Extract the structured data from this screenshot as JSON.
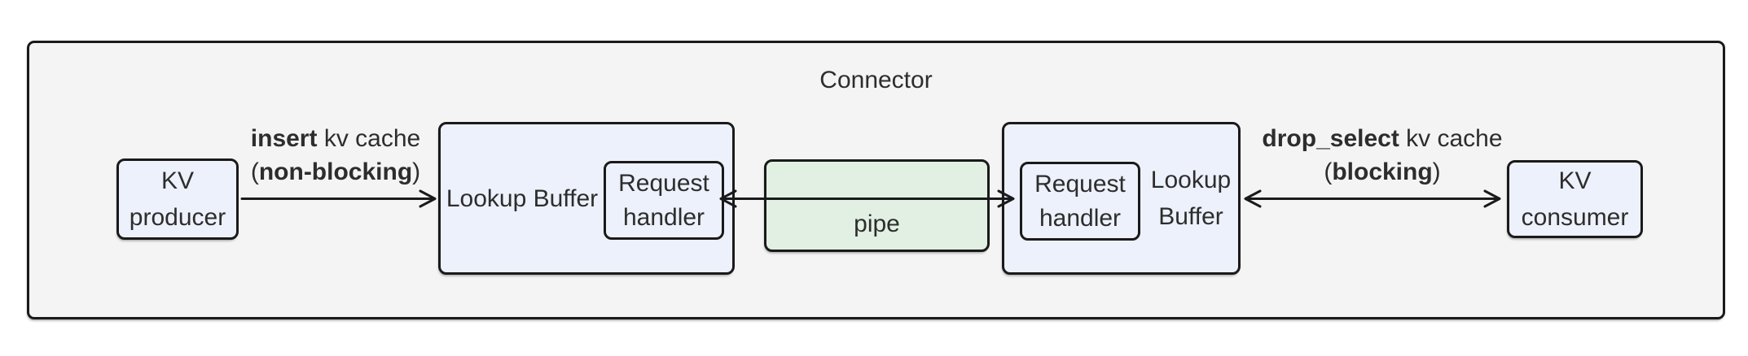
{
  "colors": {
    "page_bg": "#ffffff",
    "container_fill": "#f4f4f4",
    "node_fill": "#edf1fb",
    "pipe_fill": "#e1f0e3",
    "border": "#1a1a1a",
    "text": "#2d2d2d"
  },
  "connector": {
    "title": "Connector"
  },
  "nodes": {
    "kv_producer": "KV producer",
    "lookup_buffer_left": "Lookup Buffer",
    "request_handler_left": "Request handler",
    "pipe": "pipe",
    "request_handler_right": "Request handler",
    "lookup_buffer_right": "Lookup Buffer",
    "kv_consumer": "KV consumer"
  },
  "edges": {
    "insert": {
      "verb": "insert",
      "object": " kv cache",
      "open": "(",
      "qualifier": "non-blocking",
      "close": ")"
    },
    "drop_select": {
      "verb": "drop_select",
      "object": " kv cache",
      "open": "(",
      "qualifier": "blocking",
      "close": ")"
    }
  }
}
